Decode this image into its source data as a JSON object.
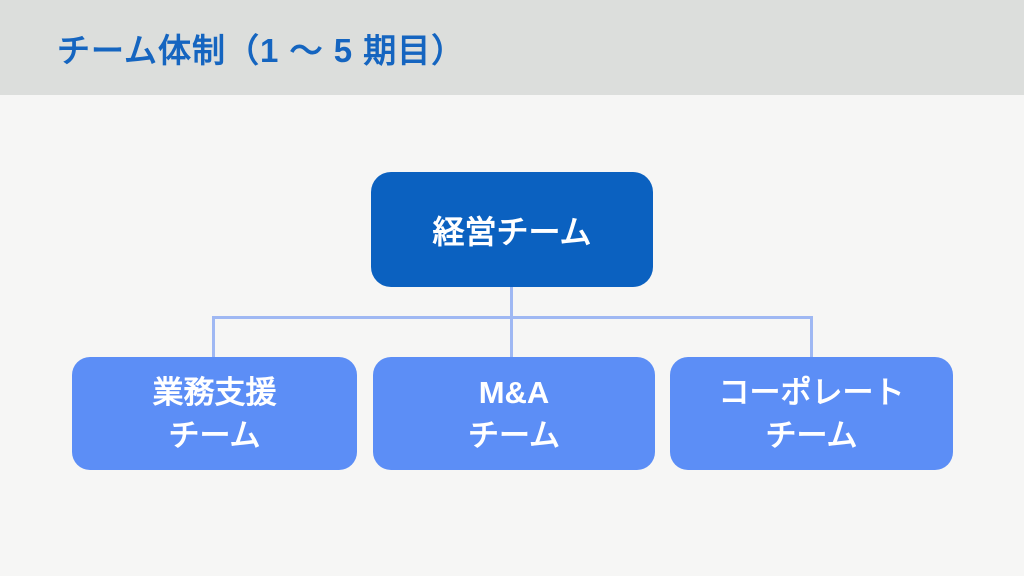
{
  "header": {
    "title": "チーム体制（1 ～ 5 期目）"
  },
  "org_chart": {
    "root": {
      "label": "経営チーム"
    },
    "children": [
      {
        "line1": "業務支援",
        "line2": "チーム"
      },
      {
        "line1": "M&A",
        "line2": "チーム"
      },
      {
        "line1": "コーポレート",
        "line2": "チーム"
      }
    ]
  },
  "colors": {
    "header_bg": "#dcdedc",
    "body_bg": "#f6f6f5",
    "title_text": "#1565c0",
    "root_box_bg": "#0b61c0",
    "child_box_bg": "#5c8ef6",
    "connector": "#9fb8f3",
    "box_text": "#ffffff"
  }
}
